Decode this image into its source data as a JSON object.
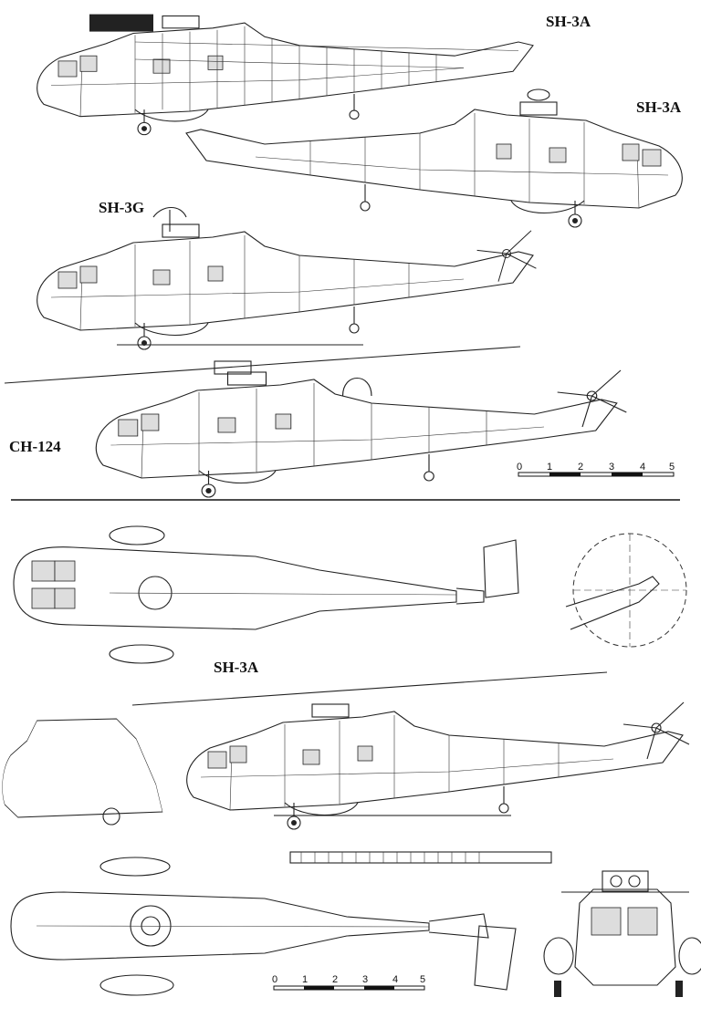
{
  "labels": {
    "top_cutaway": "SH-3A",
    "side_right": "SH-3A",
    "sh3g": "SH-3G",
    "ch124": "CH-124",
    "middle": "SH-3A"
  },
  "scales": {
    "upper": {
      "ticks": [
        "0",
        "1",
        "2",
        "3",
        "4",
        "5"
      ],
      "unit_count": 5
    },
    "lower": {
      "ticks": [
        "0",
        "1",
        "2",
        "3",
        "4",
        "5"
      ],
      "unit_count": 5
    }
  },
  "colors": {
    "ink": "#222222",
    "paper": "#ffffff"
  }
}
